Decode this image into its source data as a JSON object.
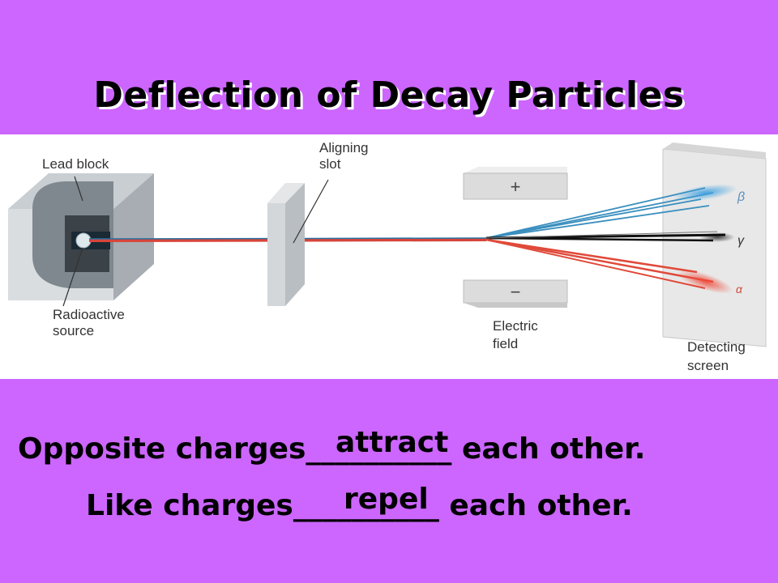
{
  "slide": {
    "title": "Deflection of Decay Particles"
  },
  "diagram": {
    "labels": {
      "lead_block": "Lead block",
      "aligning_slot_line1": "Aligning",
      "aligning_slot_line2": "slot",
      "radioactive_line1": "Radioactive",
      "radioactive_line2": "source",
      "electric_line1": "Electric",
      "electric_line2": "field",
      "detecting_line1": "Detecting",
      "detecting_line2": "screen",
      "plus_sign": "+",
      "minus_sign": "−",
      "beta": "β",
      "gamma": "γ",
      "alpha": "α"
    },
    "colors": {
      "beta_ray": "#3a8fbf",
      "alpha_ray": "#e04a3a",
      "gamma_ray": "#111111",
      "plate": "#dcdcdc"
    }
  },
  "sentences": [
    {
      "text": "Opposite charges__________ each other.",
      "answer": "attract"
    },
    {
      "text": "Like charges__________ each other.",
      "answer": "repel"
    }
  ]
}
